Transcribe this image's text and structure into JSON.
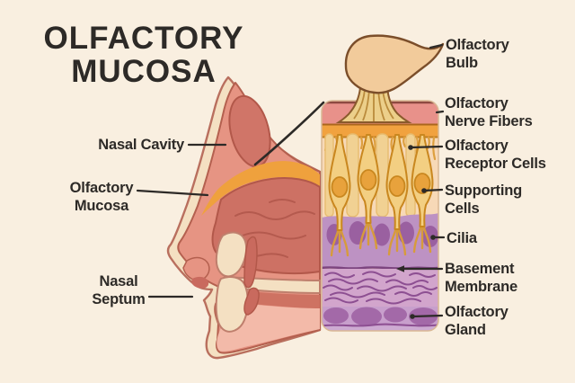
{
  "title": {
    "line1": "OLFACTORY",
    "line2": "MUCOSA"
  },
  "left_labels": {
    "nasal_cavity": "Nasal Cavity",
    "olfactory_mucosa": "Olfactory\nMucosa",
    "nasal_septum": "Nasal\nSeptum"
  },
  "right_labels": {
    "olfactory_bulb": "Olfactory\nBulb",
    "olfactory_nerve_fibers": "Olfactory\nNerve Fibers",
    "olfactory_receptor_cells": "Olfactory\nReceptor Cells",
    "supporting_cells": "Supporting\nCells",
    "cilia": "Cilia",
    "basement_membrane": "Basement\nMembrane",
    "olfactory_gland": "Olfactory\nGland"
  },
  "colors": {
    "background": "#f9efe0",
    "text": "#2d2a27",
    "leader_line": "#2d2a27",
    "skin_cream": "#f4e0c2",
    "skin_outline": "#b96f5e",
    "salmon": "#e69483",
    "dark_rose": "#cd7164",
    "mucosa_orange": "#efa13d",
    "palate_pink": "#f3baa9",
    "panel_pink_band": "#e8918a",
    "panel_orange_band": "#f1a23f",
    "panel_cream": "#f7d9b7",
    "cell_yellow": "#f3cf82",
    "cell_outline": "#c9871f",
    "nucleus_orange": "#e8a23c",
    "purple_layer": "#bd92c3",
    "purple_oval": "#9a60a0",
    "wavy_layer": "#d2a5cc",
    "wavy_line": "#8d4f92",
    "gland_band": "#c89fcc",
    "gland_oval": "#a369a8",
    "bulb_fill": "#f2cb9b",
    "bulb_outline": "#7b4e2a"
  }
}
